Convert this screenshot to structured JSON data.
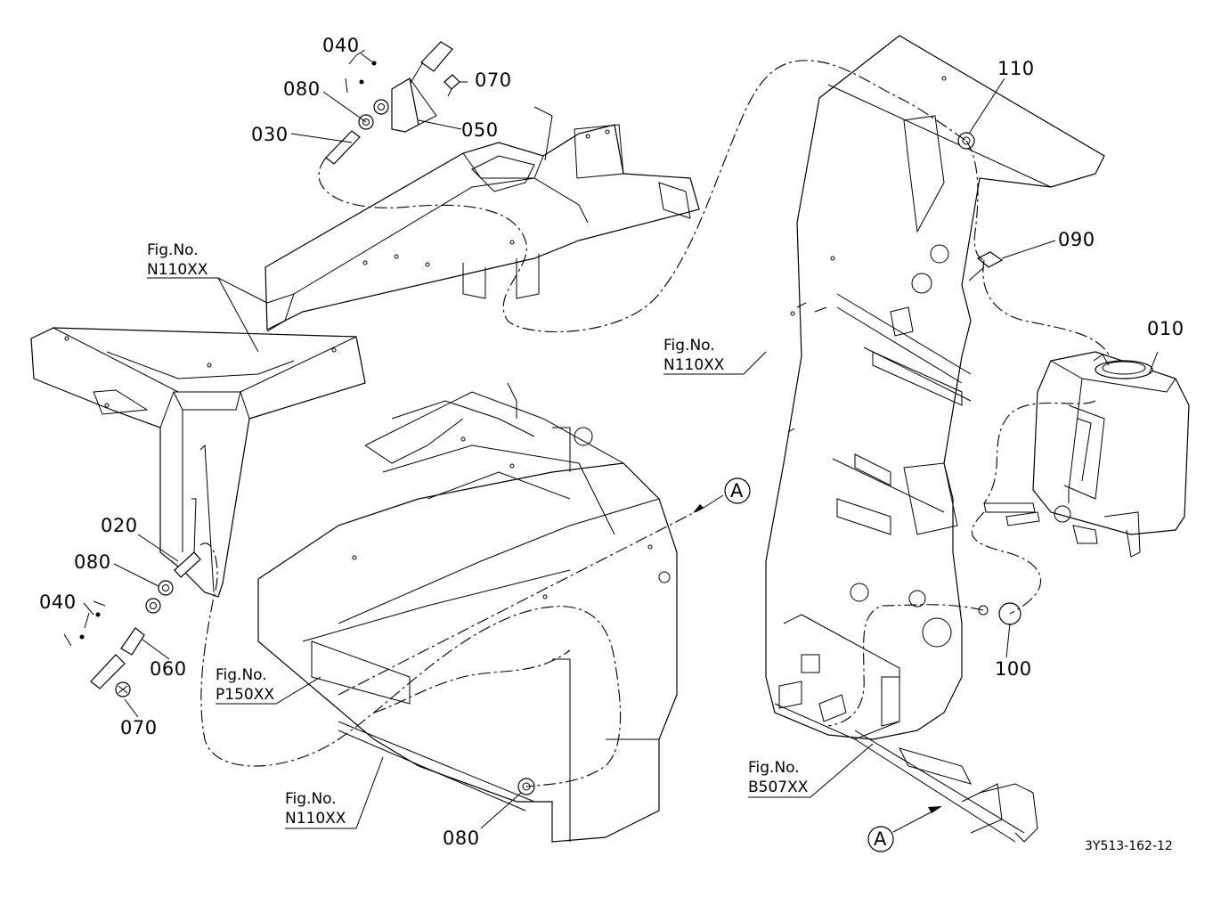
{
  "diagram": {
    "drawing_code": "3Y513-162-12",
    "section_marker": "A",
    "part_labels": {
      "p010": "010",
      "p020": "020",
      "p030": "030",
      "p040_top": "040",
      "p040_left": "040",
      "p050": "050",
      "p060": "060",
      "p070_top": "070",
      "p070_left": "070",
      "p080_top": "080",
      "p080_left": "080",
      "p080_bottom": "080",
      "p090": "090",
      "p100": "100",
      "p110": "110"
    },
    "figure_refs": {
      "fig_word": "Fig.No.",
      "n110_top": "N110XX",
      "n110_right": "N110XX",
      "n110_bottom": "N110XX",
      "p150": "P150XX",
      "b507": "B507XX"
    }
  }
}
